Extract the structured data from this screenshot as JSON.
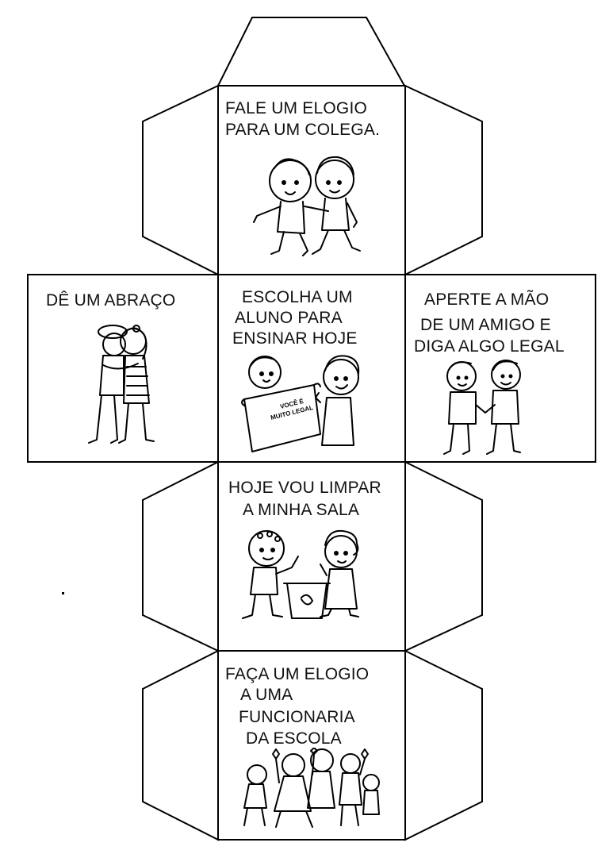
{
  "faces": {
    "top": {
      "lines": [
        "FALE UM ELOGIO",
        "PARA UM COLEGA."
      ],
      "art": "two-kids-walking"
    },
    "left": {
      "lines": [
        "DÊ UM ABRAÇO"
      ],
      "art": "two-girls-hugging"
    },
    "center": {
      "lines": [
        "ESCOLHA UM",
        "ALUNO PARA",
        "ENSINAR HOJE"
      ],
      "art": "boy-holding-sign",
      "sign_lines": [
        "VOCÊ É",
        "MUITO LEGAL"
      ]
    },
    "right": {
      "lines": [
        "APERTE A MÃO",
        "DE UM AMIGO E",
        "DIGA ALGO LEGAL"
      ],
      "art": "two-boys-handshake"
    },
    "lower": {
      "lines": [
        "HOJE VOU LIMPAR",
        "A MINHA SALA"
      ],
      "art": "kids-recycling"
    },
    "bottom": {
      "lines": [
        "FAÇA UM ELOGIO",
        "A UMA",
        "FUNCIONARIA",
        "DA  ESCOLA"
      ],
      "art": "group-with-flowers"
    }
  }
}
